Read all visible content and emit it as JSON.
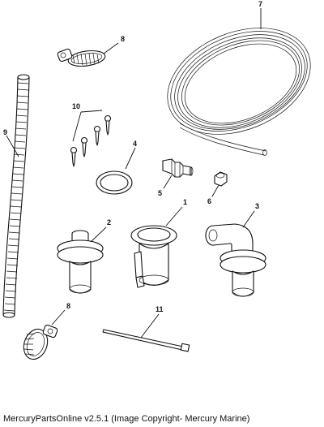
{
  "callouts": {
    "c1": "1",
    "c2": "2",
    "c3": "3",
    "c4": "4",
    "c5": "5",
    "c6": "6",
    "c7": "7",
    "c8_top": "8",
    "c8_bottom": "8",
    "c9": "9",
    "c10": "10",
    "c11": "11"
  },
  "footer": {
    "text": "MercuryPartsOnline v2.5.1 (Image Copyright- Mercury Marine)"
  }
}
